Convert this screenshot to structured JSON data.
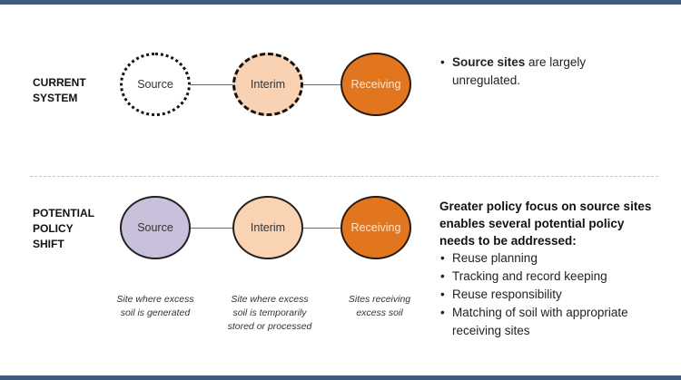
{
  "colors": {
    "frame_bar": "#3e5b82",
    "receiving_fill": "#e2761f",
    "interim_fill": "#f9d2b3",
    "source_new_fill": "#c9c0dc",
    "separator": "#b7c8d8"
  },
  "current": {
    "label_lines": [
      "CURRENT",
      "SYSTEM"
    ],
    "nodes": {
      "source": "Source",
      "interim": "Interim",
      "receiving": "Receiving"
    },
    "bullet_bold": "Source sites",
    "bullet_rest": " are largely unregulated."
  },
  "potential": {
    "label_lines": [
      "POTENTIAL",
      "POLICY",
      "SHIFT"
    ],
    "nodes": {
      "source": "Source",
      "interim": "Interim",
      "receiving": "Receiving"
    },
    "captions": {
      "source": "Site where excess soil is generated",
      "interim": "Site where excess soil is temporarily stored or processed",
      "receiving": "Sites receiving excess soil"
    },
    "heading": "Greater policy focus on source sites enables several potential policy needs to be addressed:",
    "bullets": [
      "Reuse planning",
      "Tracking and record keeping",
      "Reuse responsibility",
      "Matching of soil with appropriate receiving sites"
    ]
  }
}
